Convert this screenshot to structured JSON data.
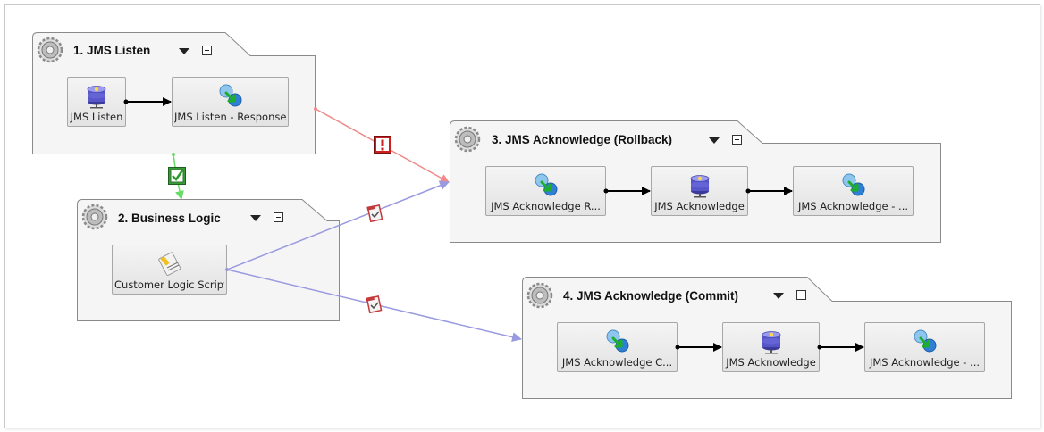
{
  "groups": [
    {
      "title": "1. JMS Listen"
    },
    {
      "title": "2. Business Logic"
    },
    {
      "title": "3. JMS Acknowledge (Rollback)"
    },
    {
      "title": "4. JMS Acknowledge (Commit)"
    }
  ],
  "nodes": {
    "jms_listen": "JMS Listen",
    "jms_listen_response": "JMS Listen - Response",
    "customer_logic_script": "Customer Logic Script",
    "g3_ack_r": "JMS Acknowledge R...",
    "g3_ack": "JMS Acknowledge",
    "g3_ack_resp": "JMS Acknowledge - ...",
    "g4_ack_c": "JMS Acknowledge C...",
    "g4_ack": "JMS Acknowledge",
    "g4_ack_resp": "JMS Acknowledge - ..."
  },
  "icons": {
    "group": "gear-icon",
    "database": "database-icon",
    "exchange": "exchange-icon",
    "script": "script-icon",
    "success": "success-check-icon",
    "error": "error-exclamation-icon",
    "conditional": "conditional-page-icon"
  },
  "colors": {
    "success_link": "#66dd66",
    "error_link": "#f08a8a",
    "conditional_link": "#9a9ae0",
    "group_fill": "#f5f5f5",
    "group_border": "#888888"
  }
}
